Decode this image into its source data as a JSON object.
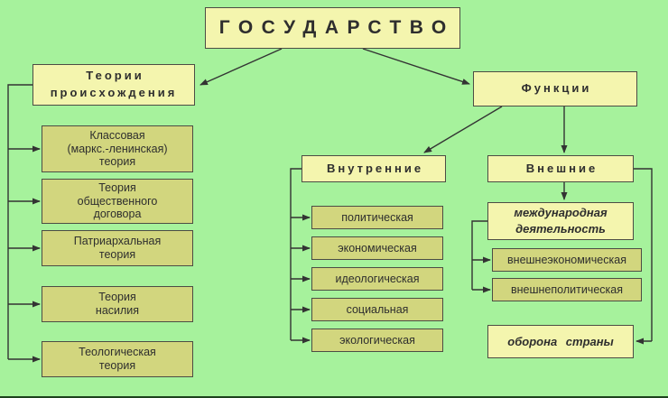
{
  "title": "ГОСУДАРСТВО",
  "colors": {
    "bg": "#a6f29c",
    "boxLight": "#f4f5ae",
    "boxOlive": "#d2d67e",
    "border": "#4c4c44",
    "text": "#2e2e2e",
    "wire": "#333333"
  },
  "origin": {
    "header": "Теории\nпроисхождения",
    "items": [
      "Классовая\n(маркс.-ленинская)\nтеория",
      "Теория\nобщественного\nдоговора",
      "Патриархальная\nтеория",
      "Теория\nнасилия",
      "Теологическая\nтеория"
    ]
  },
  "functions": {
    "header": "Функции",
    "internal": {
      "header": "Внутренние",
      "items": [
        "политическая",
        "экономическая",
        "идеологическая",
        "социальная",
        "экологическая"
      ]
    },
    "external": {
      "header": "Внешние",
      "international": "международная\nдеятельность",
      "items": [
        "внешнеэкономическая",
        "внешнеполитическая"
      ],
      "defense": "оборона  страны"
    }
  }
}
